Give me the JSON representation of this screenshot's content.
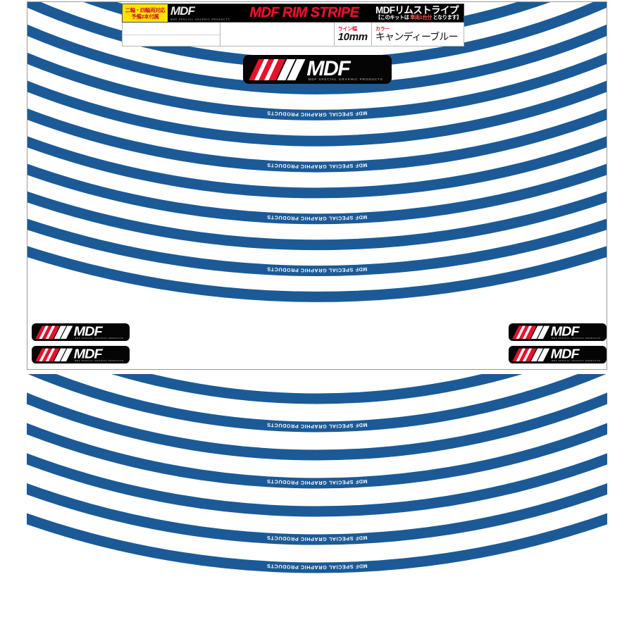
{
  "product": {
    "brand": "MDF",
    "brand_tagline": "MDF SPECIAL GRAPHIC PRODUCTS",
    "title_en": "MDF RIM STRIPE",
    "title_jp": "MDFリムストライプ",
    "kit_note_jp": "【このキットは 車両1台分 となります】",
    "kit_note_pre": "【このキットは ",
    "kit_note_em": "車両1台分",
    "kit_note_post": " となります】",
    "badge_tag_line1": "二輪・四輪両対応",
    "badge_tag_line2": "予備2本付属"
  },
  "spec_table": {
    "columns": [
      {
        "label": "",
        "value": ""
      },
      {
        "label": "",
        "value": ""
      },
      {
        "label": "ライン幅",
        "value": "10mm"
      },
      {
        "label": "カラー",
        "value": "キャンディーブルー"
      }
    ],
    "line_width_label": "ライン幅",
    "line_width_value": "10mm",
    "color_label": "カラー",
    "color_value": "キャンディーブルー"
  },
  "colors": {
    "stripe_blue": "#1b5a96",
    "stripe_blue_dark": "#12507f",
    "accent_red": "#e8112d",
    "tag_yellow": "#ffe400",
    "badge_black": "#050505",
    "panel_border": "#9a9a9a",
    "background": "#ffffff"
  },
  "top_panel": {
    "name": "front-wheel-stripe-set",
    "stripe_count": 11,
    "stripe_text": "MDF SPECIAL GRAPHIC PRODUCTS",
    "labeled_stripe_indices": [
      2,
      4,
      6,
      8,
      10
    ],
    "stripes": [
      {
        "index": 1,
        "text": ""
      },
      {
        "index": 2,
        "text": "MDF SPECIAL GRAPHIC PRODUCTS"
      },
      {
        "index": 3,
        "text": ""
      },
      {
        "index": 4,
        "text": "MDF SPECIAL GRAPHIC PRODUCTS"
      },
      {
        "index": 5,
        "text": ""
      },
      {
        "index": 6,
        "text": "MDF SPECIAL GRAPHIC PRODUCTS"
      },
      {
        "index": 7,
        "text": ""
      },
      {
        "index": 8,
        "text": "MDF SPECIAL GRAPHIC PRODUCTS"
      },
      {
        "index": 9,
        "text": ""
      },
      {
        "index": 10,
        "text": "MDF SPECIAL GRAPHIC PRODUCTS"
      },
      {
        "index": 11,
        "text": ""
      }
    ]
  },
  "bottom_panel": {
    "name": "rear-wheel-stripe-set",
    "stripe_count": 7,
    "stripe_text": "MDF SPECIAL GRAPHIC PRODUCTS",
    "labeled_stripe_indices": [
      2,
      4,
      6,
      7
    ],
    "stripes": [
      {
        "index": 1,
        "text": ""
      },
      {
        "index": 2,
        "text": "MDF SPECIAL GRAPHIC PRODUCTS"
      },
      {
        "index": 3,
        "text": ""
      },
      {
        "index": 4,
        "text": "MDF SPECIAL GRAPHIC PRODUCTS"
      },
      {
        "index": 5,
        "text": ""
      },
      {
        "index": 6,
        "text": "MDF SPECIAL GRAPHIC PRODUCTS"
      },
      {
        "index": 7,
        "text": "MDF SPECIAL GRAPHIC PRODUCTS"
      }
    ]
  },
  "logo_decals": {
    "label": "MDF",
    "sub_label": "MDF SPECIAL GRAPHIC PRODUCTS",
    "bottom_left_count": 2,
    "bottom_right_count": 2
  }
}
